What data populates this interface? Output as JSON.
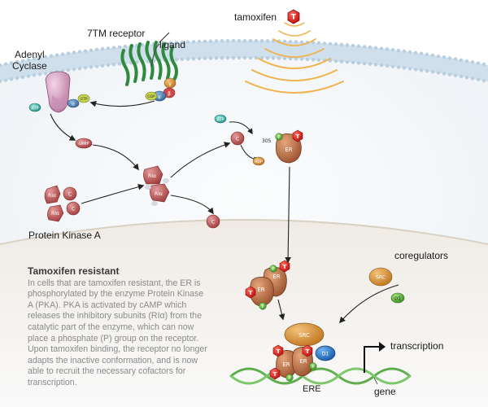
{
  "labels": {
    "tamoxifen": "tamoxifen",
    "receptor": "7TM receptor",
    "ligand": "ligand",
    "adenyl_cyclase": "Adenyl\nCyclase",
    "pka": "Protein Kinase A",
    "coregulators": "coregulators",
    "transcription": "transcription",
    "gene": "gene",
    "ere": "ERE",
    "s305": "305"
  },
  "molecule_labels": {
    "T": "T",
    "P": "P",
    "ER": "ER",
    "SRC": "SRC",
    "D1": "D1",
    "ATP": "ATP",
    "cAMP": "cAMP",
    "C": "C",
    "RIa": "RIα",
    "ADP": "ADP",
    "G_beta": "β",
    "G_gamma": "γ",
    "G_alpha": "α",
    "GTP": "GTP",
    "GDP": "GDP"
  },
  "panel": {
    "title": "Tamoxifen resistant",
    "body": "In cells that are tamoxifen resistant, the ER is phosphorylated by the enzyme Protein Kinase A (PKA). PKA is activated by cAMP which releases the inhibitory subunits (RIα) from the catalytic part of the enzyme, which can now place a phosphate (P) group on the receptor. Upon tamoxifen binding, the receptor no longer adapts the inactive conformation, and is now able to recruit the necessary cofactors for transcription."
  },
  "colors": {
    "membrane": "#cfe0ee",
    "cytoplasm": "#f3f6f9",
    "nucleus": "#e6e1d8",
    "receptor": "#3a9a4a",
    "cyclase": "#d9a7c7",
    "tamoxifen": "#d62020",
    "phosphate": "#6cc04a",
    "er": "#b06a40",
    "pka": "#b24a4a",
    "d1": "#4fb06a",
    "atp": "#3fb3a8",
    "dna": "#6cbf5c"
  }
}
